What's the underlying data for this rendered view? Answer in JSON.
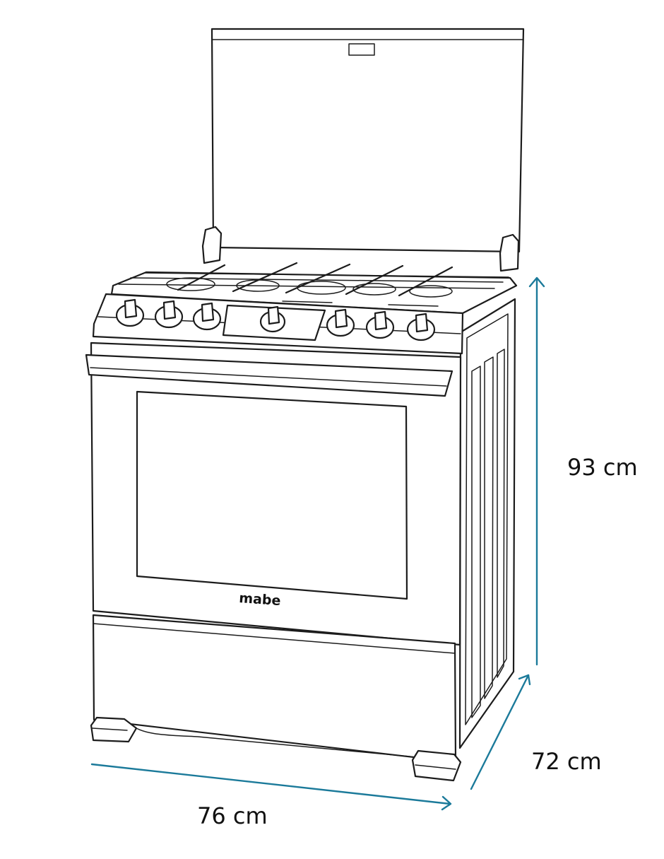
{
  "dimensions": {
    "height": "93 cm",
    "depth": "72 cm",
    "width": "76 cm"
  },
  "brand": "mabe",
  "colors": {
    "dimension_line": "#1b7a9a",
    "outline": "#1c1c1c",
    "background": "#ffffff"
  },
  "knob_count": 7
}
